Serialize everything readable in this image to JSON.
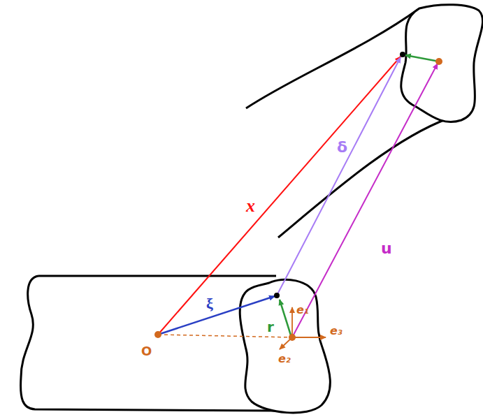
{
  "diagram": {
    "labels": [
      "δ",
      "x",
      "u",
      "ξ",
      "e₁",
      "r",
      "e₃",
      "O",
      "e₂"
    ]
  }
}
